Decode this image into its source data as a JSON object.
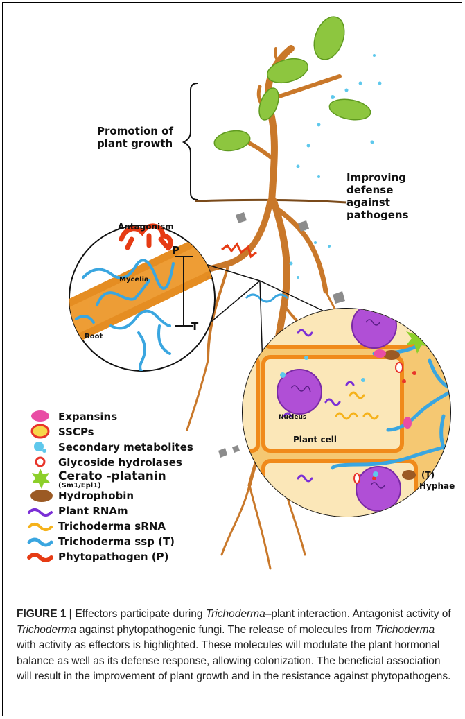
{
  "labels": {
    "promotion": "Promotion of\nplant growth",
    "defense": "Improving\ndefense\nagainst\npathogens",
    "antagonism": "Antagonism",
    "mycelia": "Mycelia",
    "root": "Root",
    "p_marker": "P",
    "t_marker": "T",
    "nucleus": "Nucleus",
    "plant_cell": "Plant cell",
    "hyphae_t": "(T)",
    "hyphae": "Hyphae"
  },
  "legend": [
    {
      "icon": "expansin-icon",
      "label": "Expansins",
      "color": "#e94da5"
    },
    {
      "icon": "sscp-icon",
      "label": "SSCPs",
      "color": "#e8342a"
    },
    {
      "icon": "secondary-metabolite-icon",
      "label": "Secondary metabolites",
      "color": "#5ec8ec"
    },
    {
      "icon": "glycoside-hydrolase-icon",
      "label": "Glycoside hydrolases",
      "color": "#e8342a"
    },
    {
      "icon": "cerato-platanin-icon",
      "label": "Cerato -platanin",
      "sub": "(Sm1/Epl1)",
      "color": "#8ccf2a"
    },
    {
      "icon": "hydrophobin-icon",
      "label": "Hydrophobin",
      "color": "#9b5a24"
    },
    {
      "icon": "plant-rnam-icon",
      "label": "Plant RNAm",
      "color": "#7b2fd6"
    },
    {
      "icon": "trichoderma-srna-icon",
      "label": "Trichoderma sRNA",
      "color": "#f5b21b"
    },
    {
      "icon": "trichoderma-ssp-icon",
      "label": "Trichoderma ssp (T)",
      "color": "#3aa6e0"
    },
    {
      "icon": "phytopathogen-icon",
      "label": "Phytopathogen (P)",
      "color": "#e63b14"
    }
  ],
  "caption": {
    "lead": "FIGURE 1 |",
    "t1": " Effectors participate during ",
    "i1": "Trichoderma",
    "t2": "–plant interaction. Antagonist activity of ",
    "i2": "Trichoderma",
    "t3": " against phytopathogenic fungi. The release of molecules from ",
    "i3": "Trichoderma",
    "t4": " with activity as effectors is highlighted. These molecules will modulate the plant hormonal balance as well as its defense response, allowing colonization. The beneficial association will result in the improvement of plant growth and in the resistance against phytopathogens."
  },
  "colors": {
    "stem": "#d9852a",
    "stem_dark": "#9c5a18",
    "leaf": "#8dc63f",
    "leaf_dark": "#5f9a1f",
    "trichoderma": "#3aa6e0",
    "pathogen": "#e63b14",
    "cell_fill": "#fbe7b8",
    "cell_wall": "#f08a1a",
    "nucleus": "#b04fd6"
  }
}
